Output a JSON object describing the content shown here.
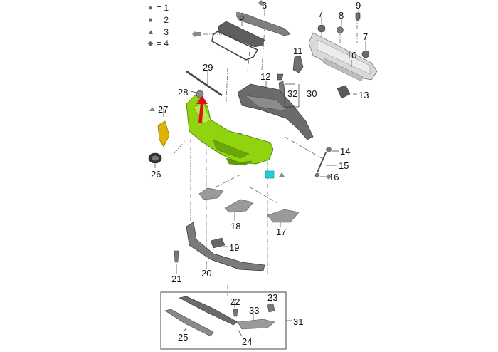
{
  "legend": [
    {
      "symbol": "●",
      "label": "= 1"
    },
    {
      "symbol": "■",
      "label": "= 2"
    },
    {
      "symbol": "▲",
      "label": "= 3"
    },
    {
      "symbol": "◆",
      "label": "= 4"
    }
  ],
  "callouts": {
    "n5": "5",
    "n6": "6",
    "n7a": "7",
    "n8": "8",
    "n9": "9",
    "n7b": "7",
    "n10": "10",
    "n11": "11",
    "n12": "12",
    "n13": "13",
    "n14": "14",
    "n15": "15",
    "n16": "16",
    "n17": "17",
    "n18": "18",
    "n19": "19",
    "n20": "20",
    "n21": "21",
    "n22": "22",
    "n23": "23",
    "n24": "24",
    "n25": "25",
    "n26": "26",
    "n27": "27",
    "n28": "28",
    "n29": "29",
    "n30": "30",
    "n31": "31",
    "n32": "32",
    "n33": "33"
  },
  "colors": {
    "bumper": "#8fd40f",
    "clip": "#23d0d6",
    "arrow": "#e01010",
    "part_gray": "#8a8a8a",
    "part_dark": "#555555",
    "leader": "#333333"
  }
}
